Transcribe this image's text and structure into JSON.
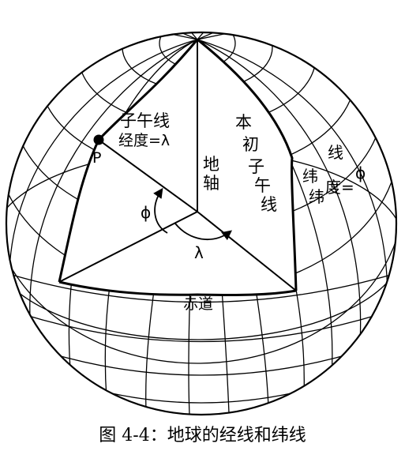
{
  "labels": {
    "meridian": "子午线",
    "longitude": "经度=λ",
    "point": "P",
    "earth_axis": [
      "地",
      "轴"
    ],
    "prime_meridian": [
      "本",
      "初",
      "子",
      "午",
      "线"
    ],
    "parallel": [
      "线",
      "纬",
      "纬"
    ],
    "latitude": "度=",
    "phi_sym": "ϕ",
    "phi_angle": "ϕ",
    "lambda_angle": "λ",
    "equator": "赤道"
  },
  "caption": "图 4-4：地球的经线和纬线"
}
